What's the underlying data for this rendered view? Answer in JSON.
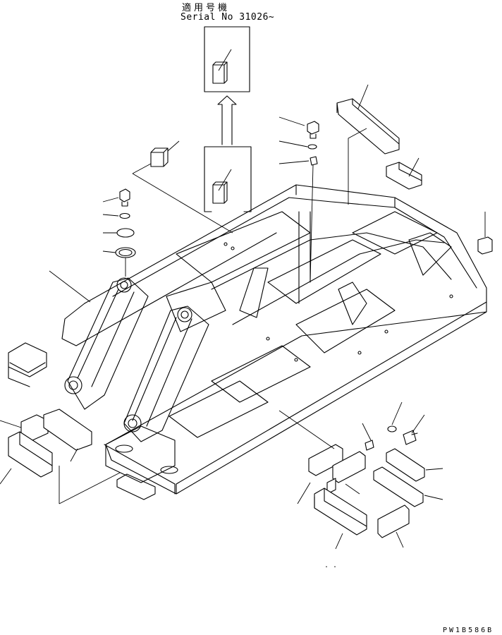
{
  "header": {
    "applicability_jp": "適用号機",
    "serial": "Serial No 31026~"
  },
  "reference_code": "PW1B586B",
  "footnote_mark": ". ."
}
